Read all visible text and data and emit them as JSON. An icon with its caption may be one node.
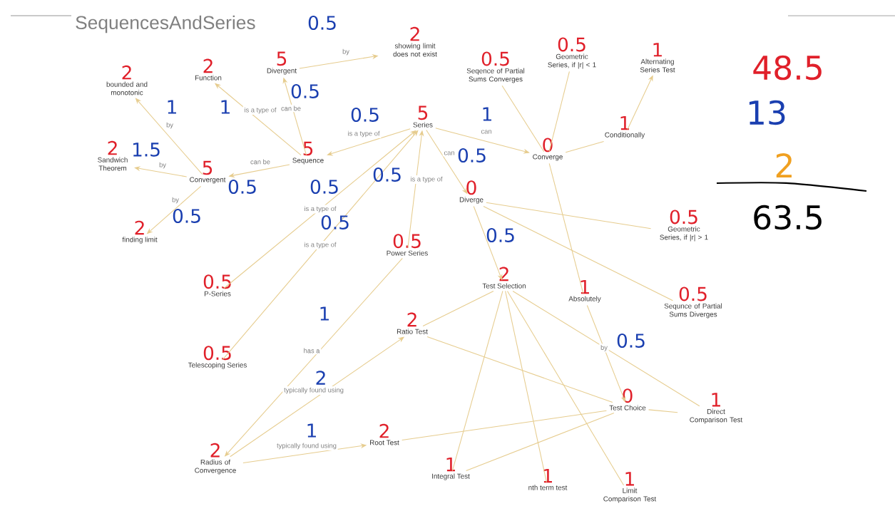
{
  "diagram": {
    "title": "SequencesAndSeries",
    "nodes": [
      {
        "text": [
          "Function"
        ],
        "beside": [
          "2"
        ]
      },
      {
        "text": [
          "Divergent"
        ],
        "beside": [
          "5"
        ]
      },
      {
        "text": [
          "showing limit does not exist"
        ],
        "beside": [
          "2"
        ]
      },
      {
        "text": [
          "bounded and monotonic"
        ],
        "beside": [
          "2"
        ]
      },
      {
        "text": [
          "Sandwich Theorem"
        ],
        "beside": [
          "2"
        ]
      },
      {
        "text": [
          "Convergent"
        ],
        "beside": [
          "5"
        ]
      },
      {
        "text": [
          "finding limit"
        ],
        "beside": [
          "2"
        ]
      },
      {
        "text": [
          "Sequence"
        ],
        "beside": [
          "5"
        ]
      },
      {
        "text": [
          "Series"
        ],
        "beside": [
          "5"
        ]
      },
      {
        "text": [
          "Seqence of Partial Sums Converges"
        ],
        "beside": [
          "0.5"
        ]
      },
      {
        "text": [
          "Geometric Series, if |r| < 1"
        ],
        "beside": [
          "0.5"
        ]
      },
      {
        "text": [
          "Alternating Series Test"
        ],
        "beside": [
          "1"
        ]
      },
      {
        "text": [
          "Conditionally"
        ],
        "beside": [
          "1"
        ]
      },
      {
        "text": [
          "Converge"
        ],
        "beside": [
          "0"
        ]
      },
      {
        "text": [
          "Diverge"
        ],
        "beside": [
          "0"
        ]
      },
      {
        "text": [
          "Geometric Series, if |r| > 1"
        ],
        "beside": [
          "0.5"
        ]
      },
      {
        "text": [
          "Power Series"
        ],
        "beside": [
          "0.5"
        ]
      },
      {
        "text": [
          "P-Series"
        ],
        "beside": [
          "0.5"
        ]
      },
      {
        "text": [
          "Test Selection"
        ],
        "beside": [
          "2"
        ]
      },
      {
        "text": [
          "Absolutely"
        ],
        "beside": [
          "1"
        ]
      },
      {
        "text": [
          "Sequnce of Partial Sums Diverges"
        ],
        "beside": [
          "0.5"
        ]
      },
      {
        "text": [
          "Ratio Test"
        ],
        "beside": [
          "2"
        ]
      },
      {
        "text": [
          "Telescoping Series"
        ],
        "beside": [
          "0.5"
        ]
      },
      {
        "text": [
          "Test Choice"
        ],
        "beside": [
          "0"
        ]
      },
      {
        "text": [
          "Direct Comparison Test"
        ],
        "beside": [
          "1"
        ]
      },
      {
        "text": [
          "Radius of Convergence"
        ],
        "beside": [
          "2"
        ]
      },
      {
        "text": [
          "Root Test"
        ],
        "beside": [
          "2"
        ]
      },
      {
        "text": [
          "Integral Test"
        ],
        "beside": [
          "1"
        ]
      },
      {
        "text": [
          "nth term test"
        ],
        "beside": [
          "1"
        ]
      },
      {
        "text": [
          "Limit Comparison Test"
        ],
        "beside": [
          "1"
        ]
      }
    ],
    "edges": [
      {
        "from": 5,
        "to": 3,
        "arrow": "to",
        "label": "by"
      },
      {
        "from": 5,
        "to": 4,
        "arrow": "to",
        "label": "by"
      },
      {
        "from": 5,
        "to": 6,
        "arrow": "to",
        "label": "by"
      },
      {
        "from": 7,
        "to": 0,
        "arrow": "to",
        "label": "is a type of"
      },
      {
        "from": 7,
        "to": 1,
        "arrow": "to",
        "label": "can be"
      },
      {
        "from": 1,
        "to": 2,
        "arrow": "to",
        "label": "by"
      },
      {
        "from": 7,
        "to": 5,
        "arrow": "to",
        "label": "can be"
      },
      {
        "from": 8,
        "to": 7,
        "arrow": "to",
        "label": "is a type of"
      },
      {
        "from": 22,
        "to": 8,
        "arrow": "to",
        "label": "is a type of"
      },
      {
        "from": 17,
        "to": 8,
        "arrow": "to",
        "label": "is a type of"
      },
      {
        "from": 16,
        "to": 8,
        "arrow": "to",
        "label": "is a type of"
      },
      {
        "from": 8,
        "to": 13,
        "arrow": "to",
        "label": "can"
      },
      {
        "from": 8,
        "to": 14,
        "arrow": "to",
        "label": "can"
      },
      {
        "from": 13,
        "to": 9,
        "arrow": "none"
      },
      {
        "from": 13,
        "to": 10,
        "arrow": "none"
      },
      {
        "from": 13,
        "to": 12,
        "arrow": "none"
      },
      {
        "from": 12,
        "to": 11,
        "arrow": "to"
      },
      {
        "from": 13,
        "to": 19,
        "arrow": "none"
      },
      {
        "from": 14,
        "to": 15,
        "arrow": "none"
      },
      {
        "from": 14,
        "to": 20,
        "arrow": "none"
      },
      {
        "from": 14,
        "to": 18,
        "arrow": "to"
      },
      {
        "from": 19,
        "to": 23,
        "arrow": "to",
        "label": "by"
      },
      {
        "from": 16,
        "to": 25,
        "arrow": "to",
        "label": "has a"
      },
      {
        "from": 25,
        "to": 21,
        "arrow": "to",
        "label": "typically found using"
      },
      {
        "from": 25,
        "to": 26,
        "arrow": "to",
        "label": "typically found using"
      },
      {
        "from": 18,
        "to": 21,
        "arrow": "none"
      },
      {
        "from": 18,
        "to": 27,
        "arrow": "none"
      },
      {
        "from": 18,
        "to": 28,
        "arrow": "none"
      },
      {
        "from": 18,
        "to": 29,
        "arrow": "none"
      },
      {
        "from": 18,
        "to": 24,
        "arrow": "none"
      },
      {
        "from": 23,
        "to": 21,
        "arrow": "none"
      },
      {
        "from": 23,
        "to": 26,
        "arrow": "none"
      },
      {
        "from": 23,
        "to": 27,
        "arrow": "none"
      },
      {
        "from": 23,
        "to": 24,
        "arrow": "none"
      }
    ],
    "labels": [
      "0.5",
      "0.5",
      "1",
      "1",
      "0.5",
      "1",
      "1.5",
      "0.5",
      "0.5",
      "0.5",
      "0.5",
      "0.5",
      "0.5",
      "0.5",
      "1",
      "0.5",
      "2",
      "1",
      "48.5",
      "13",
      "2",
      "63.5"
    ]
  }
}
